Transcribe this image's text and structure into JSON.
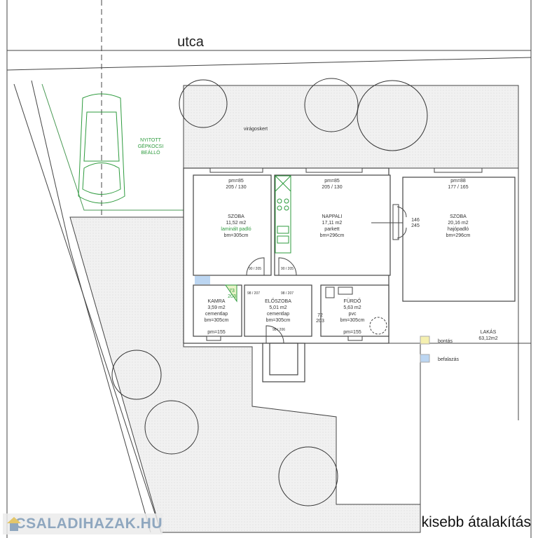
{
  "street": "utca",
  "garden_label": "virágoskert",
  "parking_label": [
    "NYITOTT",
    "GÉPKOCSI",
    "BEÁLLÓ"
  ],
  "windows": [
    {
      "pm": "pm=85",
      "dims": "205 / 130"
    },
    {
      "pm": "pm=85",
      "dims": "205 / 130"
    },
    {
      "pm": "pm=88",
      "dims": "177 / 165"
    }
  ],
  "rooms": {
    "szoba1": {
      "name": "SZOBA",
      "area": "11,52 m2",
      "floor": "laminált padló",
      "height": "bm=305cm"
    },
    "nappali": {
      "name": "NAPPALI",
      "area": "17,11 m2",
      "floor": "parkett",
      "height": "bm=296cm"
    },
    "szoba2": {
      "name": "SZOBA",
      "area": "20,16 m2",
      "floor": "hajópadló",
      "height": "bm=296cm"
    },
    "kamra": {
      "name": "KAMRA",
      "area": "3,59 m2",
      "floor": "cementlap",
      "height": "bm=305cm",
      "window": "pm=155"
    },
    "eloszoba": {
      "name": "ELŐSZOBA",
      "area": "5,01 m2",
      "floor": "cementlap",
      "height": "bm=305cm"
    },
    "furdo": {
      "name": "FÜRDŐ",
      "area": "5,63 m2",
      "floor": "pvc",
      "height": "bm=305cm",
      "window": "pm=155"
    }
  },
  "doors": {
    "double_door": [
      "146",
      "245"
    ],
    "d1": "90 / 205",
    "d2": "90 / 205",
    "d3": "98 / 207",
    "d4": "98 / 207",
    "kamra_door": [
      "73",
      "203"
    ],
    "furdo_door": [
      "72",
      "203"
    ],
    "entry": "98 / 206"
  },
  "legend": [
    {
      "label": "bontás",
      "color": "#f5f0b0"
    },
    {
      "label": "befalazás",
      "color": "#bcd6f2"
    }
  ],
  "summary": {
    "label": "LAKÁS",
    "area": "63,12m2"
  },
  "title": "kisebb átalakítás",
  "watermark": "CSALADIHAZAK.HU"
}
